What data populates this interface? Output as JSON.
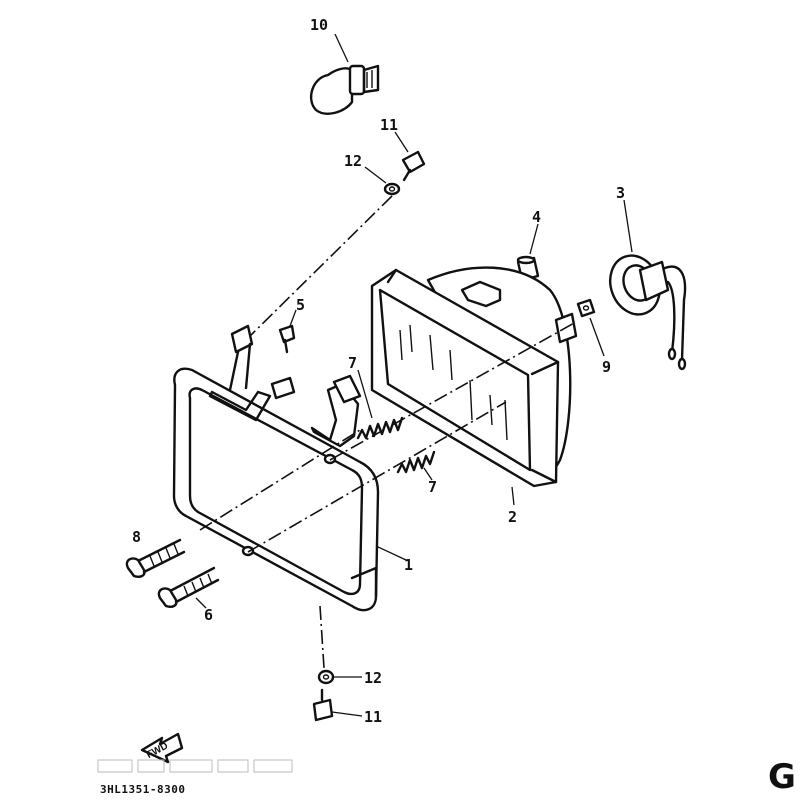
{
  "callouts": {
    "c10": "10",
    "c11_top": "11",
    "c12_top": "12",
    "c4": "4",
    "c3": "3",
    "c5": "5",
    "c9": "9",
    "c7_upper": "7",
    "c7_lower": "7",
    "c2": "2",
    "c1": "1",
    "c8": "8",
    "c6": "6",
    "c12_bottom": "12",
    "c11_bottom": "11"
  },
  "direction_label": "FWD",
  "part_number": "3HL1351-8300",
  "page_letter": "G"
}
